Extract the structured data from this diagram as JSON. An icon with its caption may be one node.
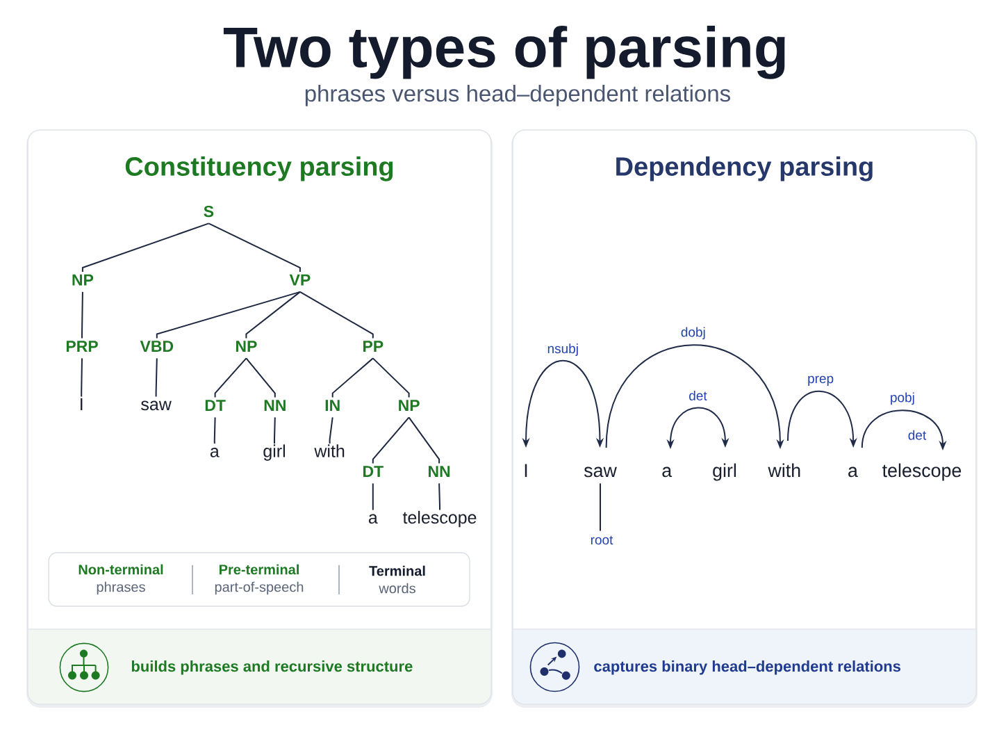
{
  "diagram": {
    "title": "Two types of parsing",
    "nodes": [
      {
        "text": [
          "Constituency parsing"
        ]
      },
      {
        "text": [
          "S"
        ],
        "in": 0
      },
      {
        "text": [
          "NP"
        ],
        "in": 0
      },
      {
        "text": [
          "VP"
        ],
        "in": 0
      },
      {
        "text": [
          "PRP"
        ],
        "in": 0
      },
      {
        "text": [
          "VBD"
        ],
        "in": 0
      },
      {
        "text": [
          "NP"
        ],
        "in": 0
      },
      {
        "text": [
          "PP"
        ],
        "in": 0
      },
      {
        "text": [
          "I"
        ],
        "in": 0
      },
      {
        "text": [
          "saw"
        ],
        "in": 0
      },
      {
        "text": [
          "DT"
        ],
        "in": 0
      },
      {
        "text": [
          "NN"
        ],
        "in": 0
      },
      {
        "text": [
          "IN"
        ],
        "in": 0
      },
      {
        "text": [
          "NP"
        ],
        "in": 0
      },
      {
        "text": [
          "a"
        ],
        "in": 0
      },
      {
        "text": [
          "girl"
        ],
        "in": 0
      },
      {
        "text": [
          "with"
        ],
        "in": 0
      },
      {
        "text": [
          "DT"
        ],
        "in": 0
      },
      {
        "text": [
          "NN"
        ],
        "in": 0
      },
      {
        "text": [
          "a"
        ],
        "in": 0
      },
      {
        "text": [
          "telescope"
        ],
        "in": 0
      },
      {
        "text": [
          "Non-terminal",
          "phrases",
          "Pre-terminal",
          "part-of-speech",
          "Terminal",
          "words"
        ],
        "in": 0
      },
      {
        "text": [
          "builds phrases and recursive structure"
        ],
        "in": 0
      },
      {
        "text": [
          "Dependency parsing"
        ]
      },
      {
        "text": [
          "I"
        ],
        "in": 23
      },
      {
        "text": [
          "saw"
        ],
        "in": 23
      },
      {
        "text": [
          "a"
        ],
        "in": 23
      },
      {
        "text": [
          "girl"
        ],
        "in": 23
      },
      {
        "text": [
          "with"
        ],
        "in": 23
      },
      {
        "text": [
          "a"
        ],
        "in": 23
      },
      {
        "text": [
          "telescope"
        ],
        "in": 23
      },
      {
        "text": [
          "root"
        ],
        "in": 23
      },
      {
        "text": [
          "captures binary head–dependent relations"
        ],
        "in": 23
      }
    ],
    "edges": [
      {
        "from": 1,
        "to": 2,
        "arrow": "none"
      },
      {
        "from": 1,
        "to": 3,
        "arrow": "none"
      },
      {
        "from": 2,
        "to": 4,
        "arrow": "none"
      },
      {
        "from": 3,
        "to": 5,
        "arrow": "none"
      },
      {
        "from": 3,
        "to": 6,
        "arrow": "none"
      },
      {
        "from": 3,
        "to": 7,
        "arrow": "none"
      },
      {
        "from": 4,
        "to": 8,
        "arrow": "none"
      },
      {
        "from": 5,
        "to": 9,
        "arrow": "none"
      },
      {
        "from": 6,
        "to": 10,
        "arrow": "none"
      },
      {
        "from": 6,
        "to": 11,
        "arrow": "none"
      },
      {
        "from": 7,
        "to": 12,
        "arrow": "none"
      },
      {
        "from": 7,
        "to": 13,
        "arrow": "none"
      },
      {
        "from": 10,
        "to": 14,
        "arrow": "none"
      },
      {
        "from": 11,
        "to": 15,
        "arrow": "none"
      },
      {
        "from": 12,
        "to": 16,
        "arrow": "none"
      },
      {
        "from": 13,
        "to": 17,
        "arrow": "none"
      },
      {
        "from": 13,
        "to": 18,
        "arrow": "none"
      },
      {
        "from": 17,
        "to": 19,
        "arrow": "none"
      },
      {
        "from": 18,
        "to": 20,
        "arrow": "none"
      },
      {
        "from": 25,
        "to": 24,
        "arrow": "both",
        "label": "nsubj"
      },
      {
        "from": 25,
        "to": 28,
        "arrow": "to",
        "label": "dobj"
      },
      {
        "from": 27,
        "to": 26,
        "arrow": "both",
        "label": "det"
      },
      {
        "from": 28,
        "to": 29,
        "arrow": "to",
        "label": "prep"
      },
      {
        "from": 29,
        "to": 30,
        "arrow": "to",
        "label": "pobj"
      },
      {
        "from": 25,
        "to": 31,
        "arrow": "none"
      }
    ],
    "labels": [
      "phrases versus head–dependent relations",
      "det"
    ]
  }
}
